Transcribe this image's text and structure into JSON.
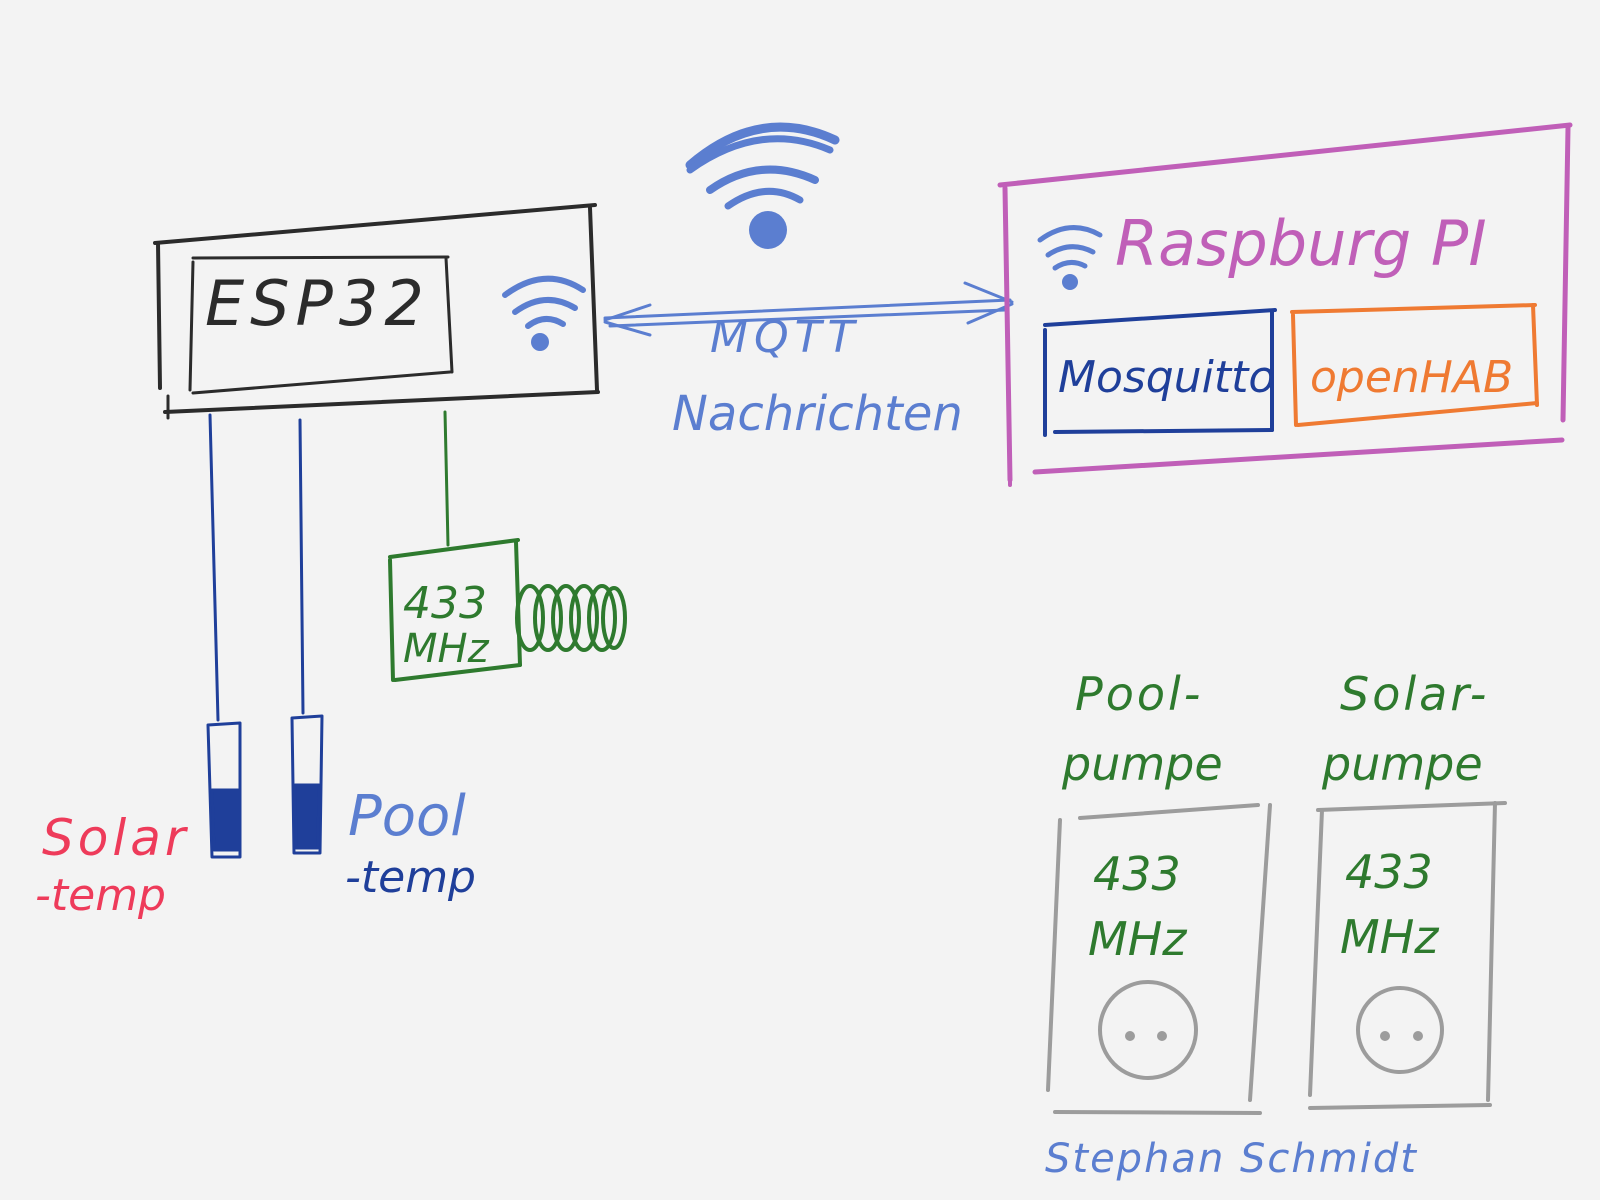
{
  "colors": {
    "background": "#f3f3f3",
    "black": "#2b2b2b",
    "blue": "#5b7ed0",
    "dark_blue": "#1f3f9a",
    "pink": "#c05fb8",
    "orange": "#ef7a32",
    "green": "#3a8a3a",
    "dark_green": "#2e7a2e",
    "red": "#ee3b5a",
    "gray": "#9c9c9c"
  },
  "esp32": {
    "label": "ESP32"
  },
  "raspberry": {
    "label": "Raspburg PI"
  },
  "mosquitto": {
    "label": "Mosquitto"
  },
  "openhab": {
    "label": "openHAB"
  },
  "mqtt": {
    "line1": "MQTT",
    "line2": "Nachrichten"
  },
  "radio_module": {
    "line1": "433",
    "line2": "MHz"
  },
  "sensors": {
    "solar": {
      "line1": "Solar",
      "line2": "-temp"
    },
    "pool": {
      "line1": "Pool",
      "line2": "-temp"
    }
  },
  "sockets": {
    "pool_pump": {
      "title1": "Pool-",
      "title2": "pumpe",
      "freq1": "433",
      "freq2": "MHz"
    },
    "solar_pump": {
      "title1": "Solar-",
      "title2": "pumpe",
      "freq1": "433",
      "freq2": "MHz"
    }
  },
  "signature": "Stephan Schmidt",
  "icons": [
    "wifi-icon",
    "antenna-coil-icon",
    "power-socket-icon",
    "temperature-probe-icon",
    "double-arrow-icon"
  ]
}
